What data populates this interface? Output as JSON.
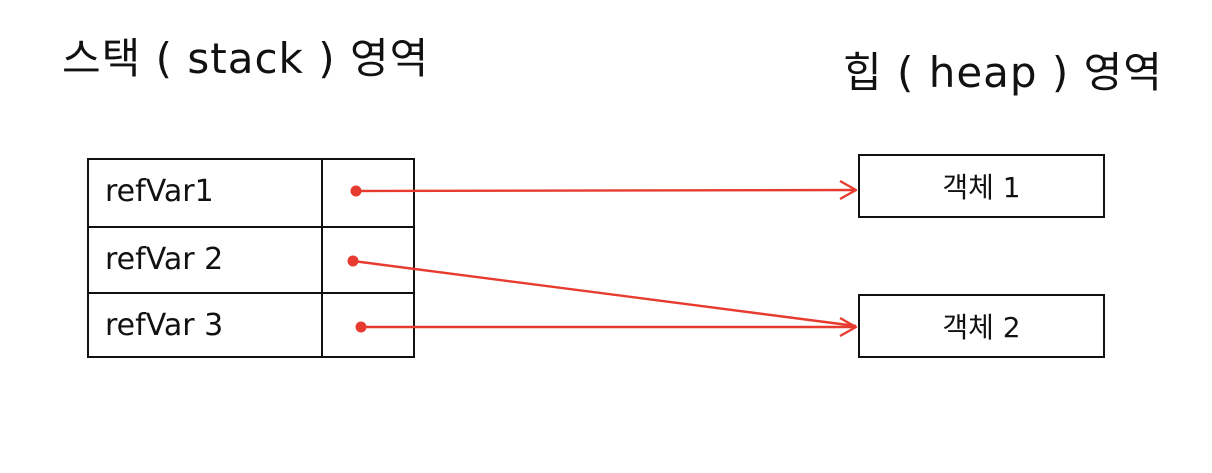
{
  "stack": {
    "title": "스택 ( stack ) 영역",
    "rows": [
      {
        "label": "refVar1"
      },
      {
        "label": "refVar 2"
      },
      {
        "label": "refVar 3"
      }
    ]
  },
  "heap": {
    "title": "힙 ( heap ) 영역",
    "objects": [
      {
        "label": "객체 1"
      },
      {
        "label": "객체 2"
      }
    ]
  },
  "references": [
    {
      "from": "refVar1",
      "to": "객체 1"
    },
    {
      "from": "refVar 2",
      "to": "객체 2"
    },
    {
      "from": "refVar 3",
      "to": "객체 2"
    }
  ],
  "colors": {
    "ink": "#111111",
    "arrow": "#e63b2e"
  }
}
